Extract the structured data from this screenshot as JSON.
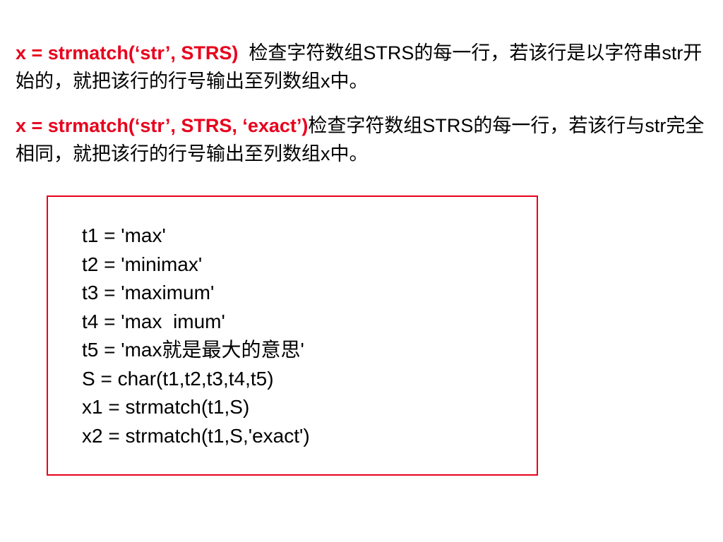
{
  "descriptions": [
    {
      "syntax": "x = strmatch(‘str’, STRS)",
      "separator": "  ",
      "text": "检查字符数组STRS的每一行，若该行是以字符串str开始的，就把该行的行号输出至列数组x中。"
    },
    {
      "syntax": "x = strmatch(‘str’, STRS, ‘exact’)",
      "separator": "",
      "text": "检查字符数组STRS的每一行，若该行与str完全相同，就把该行的行号输出至列数组x中。"
    }
  ],
  "code": {
    "lines": [
      "t1 = 'max'",
      "t2 = 'minimax'",
      "t3 = 'maximum'",
      "t4 = 'max  imum'",
      "t5 = 'max就是最大的意思'",
      "S = char(t1,t2,t3,t4,t5)",
      "x1 = strmatch(t1,S)",
      "x2 = strmatch(t1,S,'exact')"
    ]
  },
  "colors": {
    "syntax_text": "#e8001c",
    "box_border": "#e8001c",
    "body_text": "#000000"
  }
}
